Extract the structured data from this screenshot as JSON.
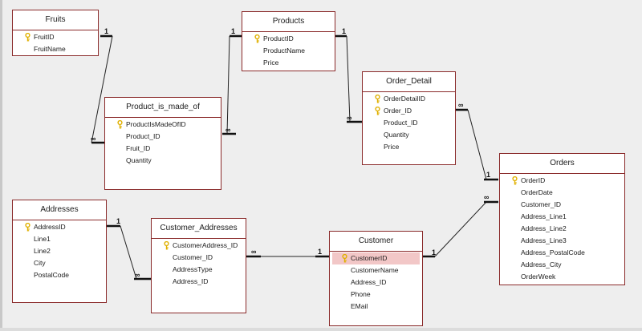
{
  "tables": {
    "fruits": {
      "title": "Fruits",
      "fields": [
        {
          "name": "FruitID",
          "key": true
        },
        {
          "name": "FruitName",
          "key": false
        }
      ]
    },
    "products": {
      "title": "Products",
      "fields": [
        {
          "name": "ProductID",
          "key": true
        },
        {
          "name": "ProductName",
          "key": false
        },
        {
          "name": "Price",
          "key": false
        }
      ]
    },
    "product_is_made_of": {
      "title": "Product_is_made_of",
      "fields": [
        {
          "name": "ProductIsMadeOfID",
          "key": true
        },
        {
          "name": "Product_ID",
          "key": false
        },
        {
          "name": "Fruit_ID",
          "key": false
        },
        {
          "name": "Quantity",
          "key": false
        }
      ]
    },
    "order_detail": {
      "title": "Order_Detail",
      "fields": [
        {
          "name": "OrderDetailID",
          "key": true
        },
        {
          "name": "Order_ID",
          "key": true
        },
        {
          "name": "Product_ID",
          "key": false
        },
        {
          "name": "Quantity",
          "key": false
        },
        {
          "name": "Price",
          "key": false
        }
      ]
    },
    "orders": {
      "title": "Orders",
      "fields": [
        {
          "name": "OrderID",
          "key": true
        },
        {
          "name": "OrderDate",
          "key": false
        },
        {
          "name": "Customer_ID",
          "key": false
        },
        {
          "name": "Address_Line1",
          "key": false
        },
        {
          "name": "Address_Line2",
          "key": false
        },
        {
          "name": "Address_Line3",
          "key": false
        },
        {
          "name": "Address_PostalCode",
          "key": false
        },
        {
          "name": "Address_City",
          "key": false
        },
        {
          "name": "OrderWeek",
          "key": false
        }
      ]
    },
    "addresses": {
      "title": "Addresses",
      "fields": [
        {
          "name": "AddressID",
          "key": true
        },
        {
          "name": "Line1",
          "key": false
        },
        {
          "name": "Line2",
          "key": false
        },
        {
          "name": "City",
          "key": false
        },
        {
          "name": "PostalCode",
          "key": false
        }
      ]
    },
    "customer_addresses": {
      "title": "Customer_Addresses",
      "fields": [
        {
          "name": "CustomerAddress_ID",
          "key": true
        },
        {
          "name": "Customer_ID",
          "key": false
        },
        {
          "name": "AddressType",
          "key": false
        },
        {
          "name": "Address_ID",
          "key": false
        }
      ]
    },
    "customer": {
      "title": "Customer",
      "fields": [
        {
          "name": "CustomerID",
          "key": true,
          "selected": true
        },
        {
          "name": "CustomerName",
          "key": false
        },
        {
          "name": "Address_ID",
          "key": false
        },
        {
          "name": "Phone",
          "key": false
        },
        {
          "name": "EMail",
          "key": false
        }
      ]
    }
  },
  "relationships": [
    {
      "one": "fruits",
      "many": "product_is_made_of",
      "one_label": "1",
      "many_label": "∞"
    },
    {
      "one": "products",
      "many": "product_is_made_of",
      "one_label": "1",
      "many_label": "∞"
    },
    {
      "one": "products",
      "many": "order_detail",
      "one_label": "1",
      "many_label": "∞"
    },
    {
      "one": "orders",
      "many": "order_detail",
      "one_label": "1",
      "many_label": "∞"
    },
    {
      "one": "customer",
      "many": "orders",
      "one_label": "1",
      "many_label": "∞"
    },
    {
      "one": "customer",
      "many": "customer_addresses",
      "one_label": "1",
      "many_label": "∞"
    },
    {
      "one": "addresses",
      "many": "customer_addresses",
      "one_label": "1",
      "many_label": "∞"
    }
  ],
  "colors": {
    "table_border": "#8a2a2a",
    "selected_row": "#f2c7c7",
    "key_icon": "#e0b000",
    "background": "#eeeeee"
  }
}
